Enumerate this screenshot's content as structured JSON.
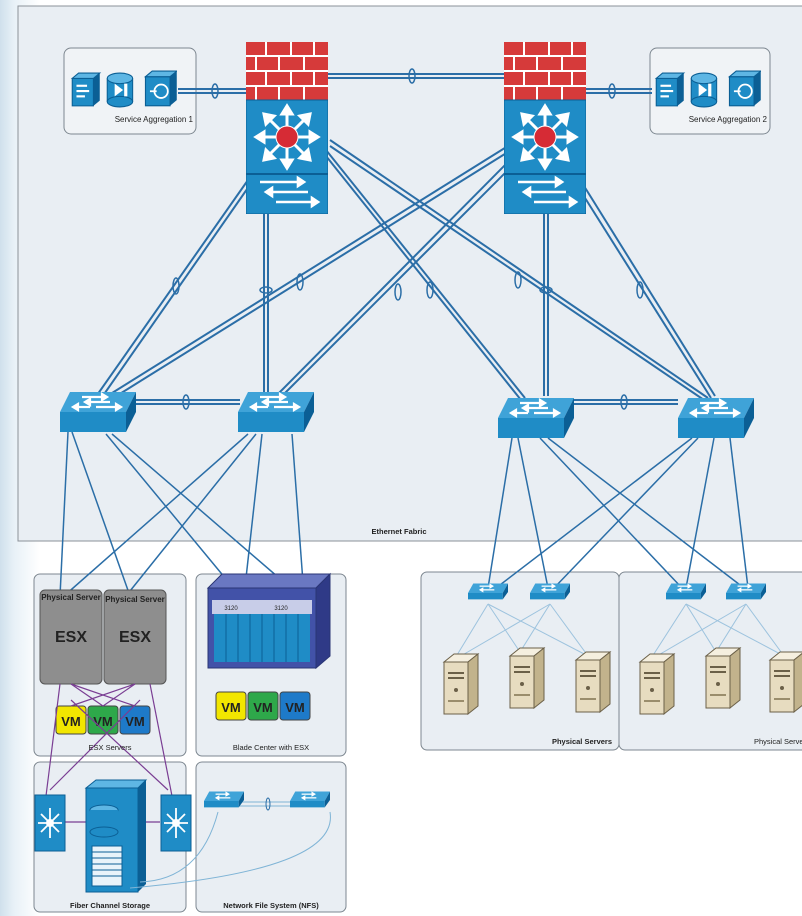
{
  "labels": {
    "service_aggregation_1": "Service Aggregation 1",
    "service_aggregation_2": "Service Aggregation 2",
    "ethernet_fabric": "Ethernet Fabric",
    "physical_server": "Physical Server",
    "esx": "ESX",
    "vm": "VM",
    "esx_servers": "ESX Servers",
    "blade_model_left": "3120",
    "blade_model_right": "3120",
    "blade_center_with_esx": "Blade Center with ESX",
    "physical_servers": "Physical Servers",
    "physical_servers_right": "Physical Servers",
    "fiber_channel_storage": "Fiber Channel Storage",
    "network_file_system": "Network File System (NFS)"
  },
  "colors": {
    "fabric_bg": "#e9eef3",
    "frame_border": "#8b9299",
    "cisco_blue": "#1f8cc6",
    "cisco_blue_dark": "#0b5f95",
    "link_blue": "#2b6ea7",
    "firewall_red": "#d63a3a",
    "vm_yellow": "#f2e600",
    "vm_green": "#2ea84a",
    "vm_blue": "#1e7ac9",
    "esx_gray": "#8e8e8e",
    "storage_link": "#7a3e93",
    "server_beige": "#e7dcc0"
  },
  "icons": [
    "firewall-icon",
    "multilayer-switch-icon",
    "switch-icon",
    "server-icon",
    "storage-array-icon",
    "fc-switch-icon",
    "service-module-icon",
    "blade-chassis-icon"
  ]
}
